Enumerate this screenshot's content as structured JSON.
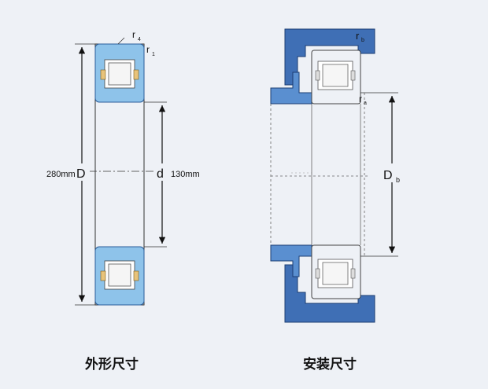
{
  "colors": {
    "background": "#eef1f6",
    "bearing_blue": "#8ec3ea",
    "housing_blue": "#3f6fb5",
    "roller_tan": "#e8c37a",
    "line": "#111111"
  },
  "left_drawing": {
    "label_r4": "r",
    "label_r4_sub": "4",
    "label_r1": "r",
    "label_r1_sub": "1",
    "outer_dim_value": "280mm",
    "outer_dim_symbol": "D",
    "inner_dim_symbol": "d",
    "inner_dim_value": "130mm"
  },
  "right_drawing": {
    "label_rb": "r",
    "label_rb_sub": "b",
    "label_ra": "r",
    "label_ra_sub": "a",
    "dim_symbol": "D",
    "dim_sub": "b"
  },
  "captions": {
    "left": "外形尺寸",
    "right": "安装尺寸"
  }
}
